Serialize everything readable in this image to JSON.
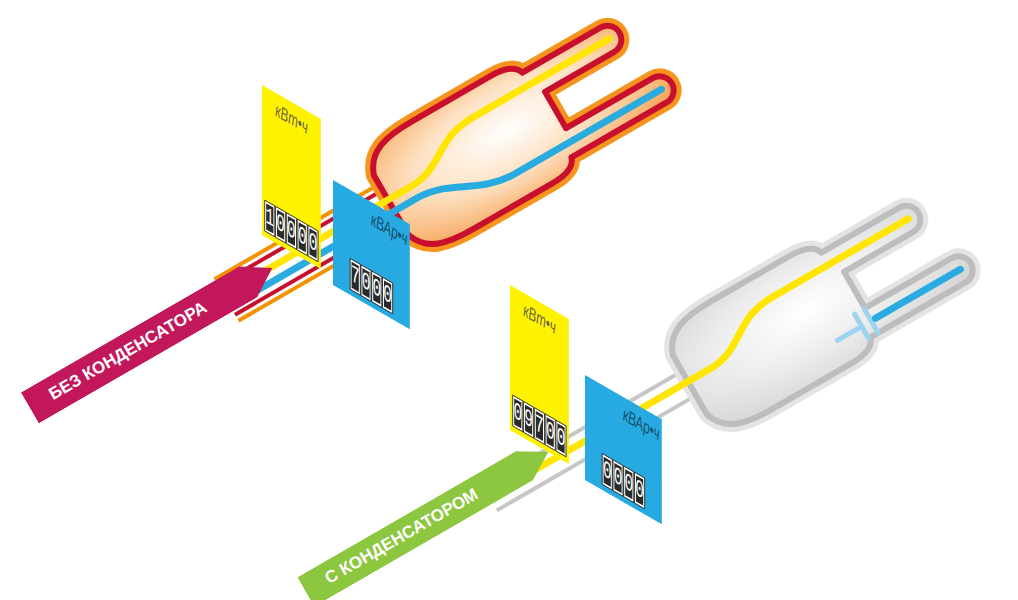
{
  "diagram": {
    "nodes": [
      {
        "text": [
          "кВт•ч",
          "10000"
        ]
      },
      {
        "text": [
          "кВАр•ч",
          "7000"
        ]
      },
      {
        "text": [
          "БЕЗ КОНДЕНСАТОРА"
        ]
      },
      {
        "text": [
          "кВт•ч",
          "09700"
        ]
      },
      {
        "text": [
          "кВАр•ч",
          "0000"
        ]
      },
      {
        "text": [
          "С КОНДЕНСАТОРОМ"
        ]
      }
    ]
  }
}
